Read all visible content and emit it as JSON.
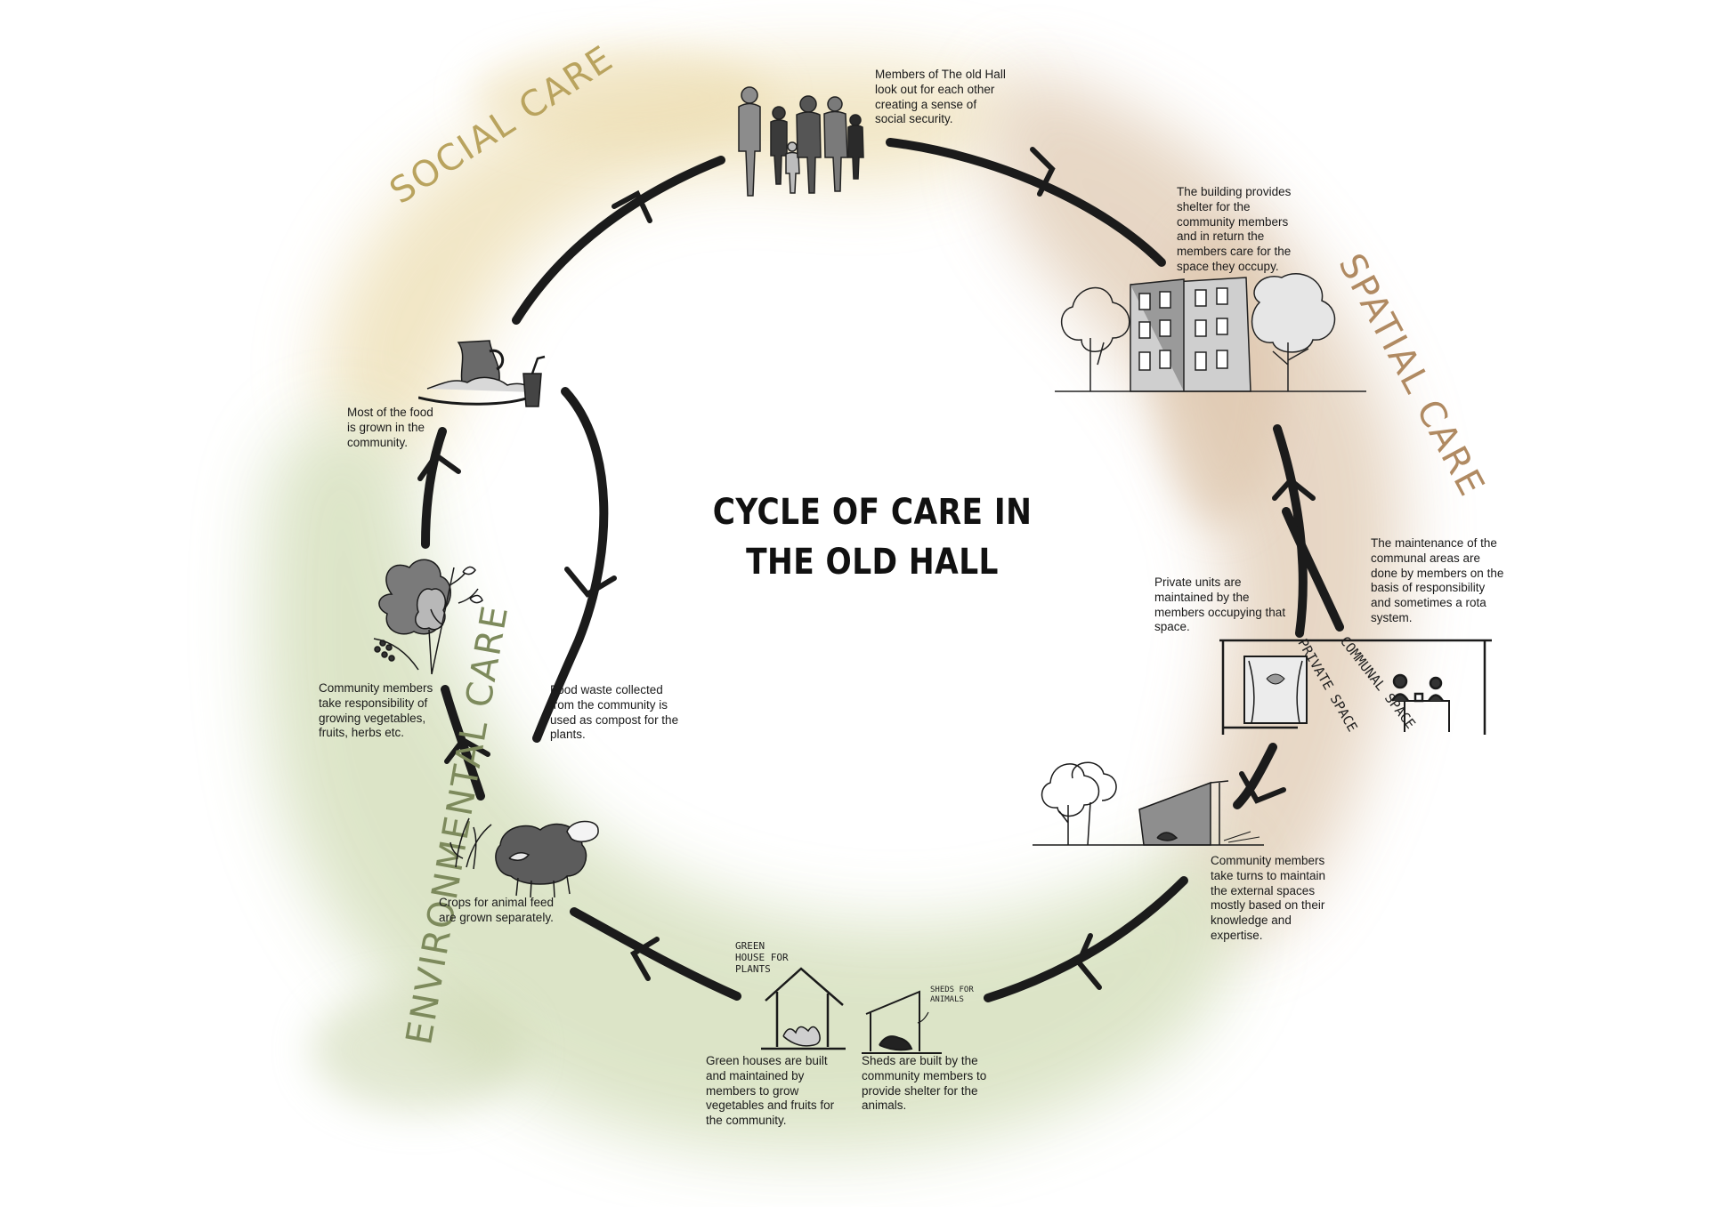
{
  "title": {
    "line1": "CYCLE OF CARE IN",
    "line2": "THE OLD HALL"
  },
  "sections": {
    "social": {
      "label": "SOCIAL CARE",
      "color": "#b9a35e"
    },
    "spatial": {
      "label": "SPATIAL CARE",
      "color": "#b08a62"
    },
    "environmental": {
      "label": "ENVIRONMENTAL CARE",
      "color": "#7d8a5c"
    }
  },
  "notes": {
    "social_security": "Members of The old Hall\nlook out for each other\ncreating a sense of\nsocial security.",
    "building_shelter": "The building provides\nshelter for the\ncommunity members\nand in return the\nmembers care for the\nspace they occupy.",
    "communal_maintenance": "The maintenance of the\ncommunal areas are\ndone by members on the\nbasis of responsibility\nand sometimes a rota\nsystem.",
    "private_units": "Private units are\nmaintained by the\nmembers occupying that\nspace.",
    "external_spaces": "Community members\ntake turns to maintain\nthe external spaces\nmostly based on their\nknowledge and\nexpertise.",
    "sheds": "Sheds are built by the\ncommunity members to\nprovide shelter for the\nanimals.",
    "green_houses": "Green houses are built\nand maintained by\nmembers to grow\nvegetables and fruits for\nthe community.",
    "animal_feed": "Crops for animal feed\nare grown separately.",
    "growing": "Community members\ntake responsibility of\ngrowing vegetables,\nfruits, herbs etc.",
    "food_grown": "Most of the food\nis grown in the\ncommunity.",
    "food_waste": "Food waste collected\nfrom the community is\nused as compost for the\nplants."
  },
  "handwritten": {
    "private_space": "PRIVATE SPACE",
    "communal_space": "COMMUNAL SPACE",
    "green_house": "GREEN\nHOUSE FOR\nPLANTS",
    "sheds_for_animals": "SHEDS FOR\nANIMALS"
  },
  "icons": {
    "people": "people-group-icon",
    "building": "old-hall-building-icon",
    "units": "private-communal-units-icon",
    "external": "trees-and-shed-icon",
    "shed": "animal-shed-icon",
    "greenhouse": "greenhouse-icon",
    "sheep": "sheep-with-crops-icon",
    "plants": "vegetable-plants-icon",
    "food": "jug-and-food-tray-icon"
  },
  "colors": {
    "arrow": "#1b1b1b",
    "social_wash": "#efe3bf",
    "spatial_wash": "#e2cfbb",
    "environmental_wash": "#dbe3c6"
  }
}
